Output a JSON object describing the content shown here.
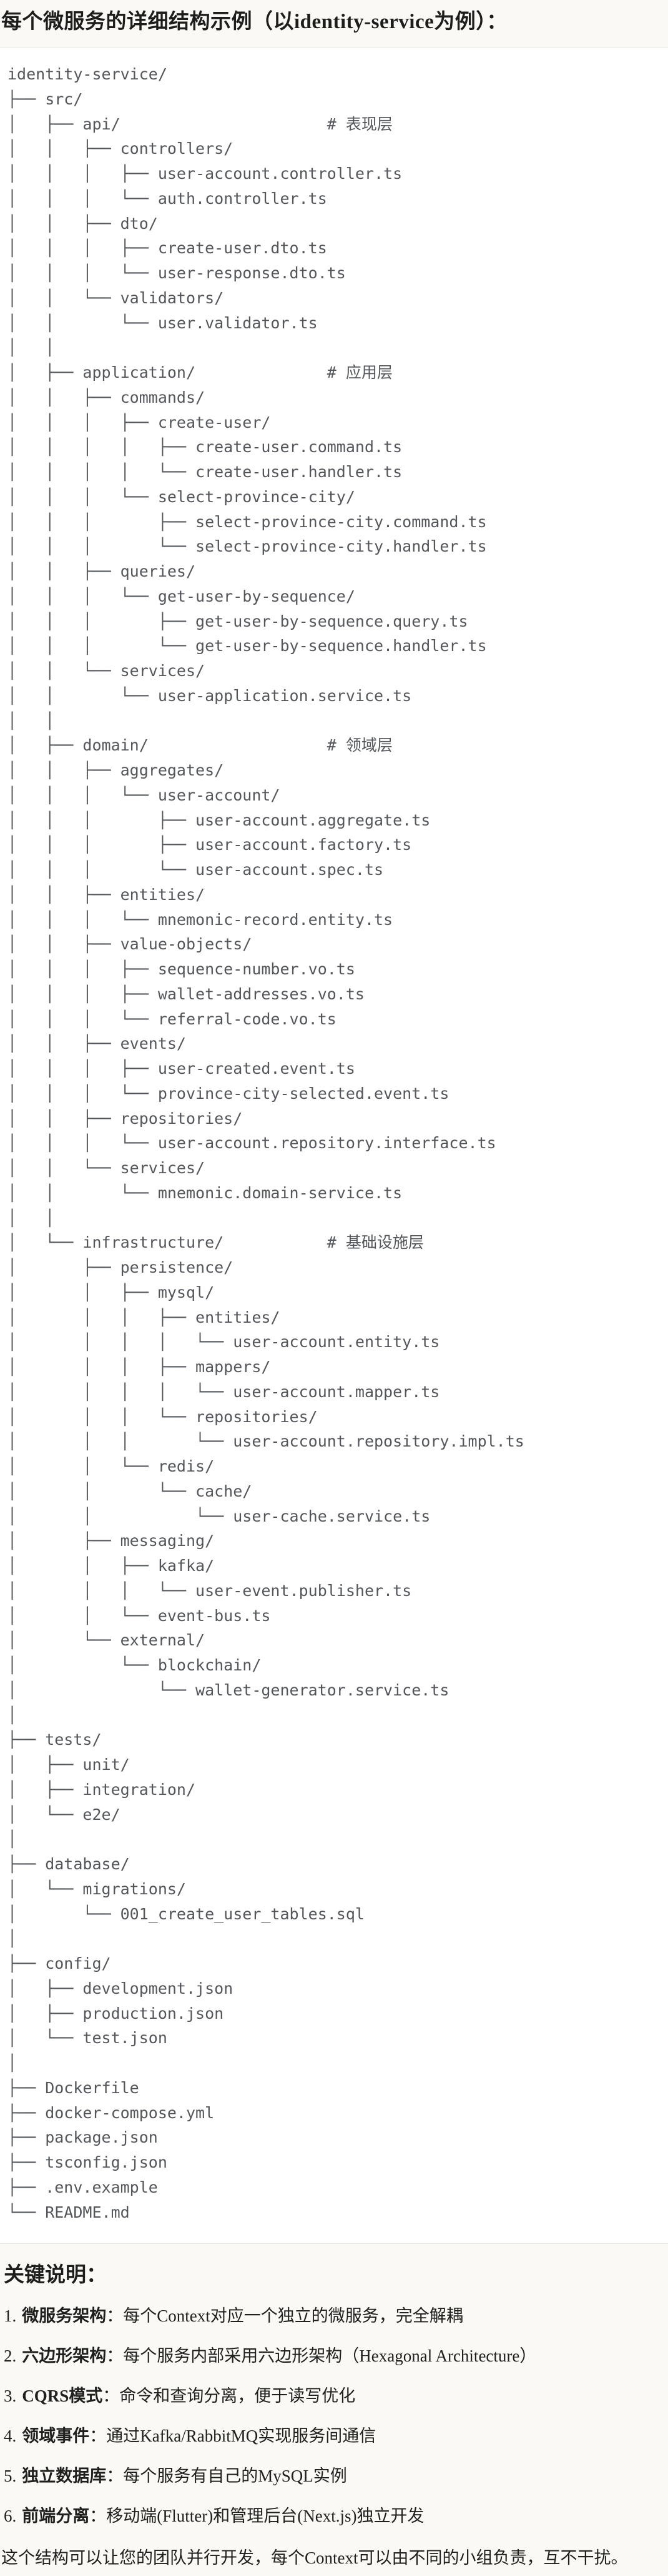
{
  "page": {
    "title": "每个微服务的详细结构示例（以identity-service为例）："
  },
  "tree": {
    "lines": [
      "identity-service/",
      "├── src/",
      "│   ├── api/                      # 表现层",
      "│   │   ├── controllers/",
      "│   │   │   ├── user-account.controller.ts",
      "│   │   │   └── auth.controller.ts",
      "│   │   ├── dto/",
      "│   │   │   ├── create-user.dto.ts",
      "│   │   │   └── user-response.dto.ts",
      "│   │   └── validators/",
      "│   │       └── user.validator.ts",
      "│   │",
      "│   ├── application/              # 应用层",
      "│   │   ├── commands/",
      "│   │   │   ├── create-user/",
      "│   │   │   │   ├── create-user.command.ts",
      "│   │   │   │   └── create-user.handler.ts",
      "│   │   │   └── select-province-city/",
      "│   │   │       ├── select-province-city.command.ts",
      "│   │   │       └── select-province-city.handler.ts",
      "│   │   ├── queries/",
      "│   │   │   └── get-user-by-sequence/",
      "│   │   │       ├── get-user-by-sequence.query.ts",
      "│   │   │       └── get-user-by-sequence.handler.ts",
      "│   │   └── services/",
      "│   │       └── user-application.service.ts",
      "│   │",
      "│   ├── domain/                   # 领域层",
      "│   │   ├── aggregates/",
      "│   │   │   └── user-account/",
      "│   │   │       ├── user-account.aggregate.ts",
      "│   │   │       ├── user-account.factory.ts",
      "│   │   │       └── user-account.spec.ts",
      "│   │   ├── entities/",
      "│   │   │   └── mnemonic-record.entity.ts",
      "│   │   ├── value-objects/",
      "│   │   │   ├── sequence-number.vo.ts",
      "│   │   │   ├── wallet-addresses.vo.ts",
      "│   │   │   └── referral-code.vo.ts",
      "│   │   ├── events/",
      "│   │   │   ├── user-created.event.ts",
      "│   │   │   └── province-city-selected.event.ts",
      "│   │   ├── repositories/",
      "│   │   │   └── user-account.repository.interface.ts",
      "│   │   └── services/",
      "│   │       └── mnemonic.domain-service.ts",
      "│   │",
      "│   └── infrastructure/           # 基础设施层",
      "│       ├── persistence/",
      "│       │   ├── mysql/",
      "│       │   │   ├── entities/",
      "│       │   │   │   └── user-account.entity.ts",
      "│       │   │   ├── mappers/",
      "│       │   │   │   └── user-account.mapper.ts",
      "│       │   │   └── repositories/",
      "│       │   │       └── user-account.repository.impl.ts",
      "│       │   └── redis/",
      "│       │       └── cache/",
      "│       │           └── user-cache.service.ts",
      "│       ├── messaging/",
      "│       │   ├── kafka/",
      "│       │   │   └── user-event.publisher.ts",
      "│       │   └── event-bus.ts",
      "│       └── external/",
      "│           └── blockchain/",
      "│               └── wallet-generator.service.ts",
      "│",
      "├── tests/",
      "│   ├── unit/",
      "│   ├── integration/",
      "│   └── e2e/",
      "│",
      "├── database/",
      "│   └── migrations/",
      "│       └── 001_create_user_tables.sql",
      "│",
      "├── config/",
      "│   ├── development.json",
      "│   ├── production.json",
      "│   └── test.json",
      "│",
      "├── Dockerfile",
      "├── docker-compose.yml",
      "├── package.json",
      "├── tsconfig.json",
      "├── .env.example",
      "└── README.md"
    ]
  },
  "notes": {
    "heading": "关键说明：",
    "colon": "：",
    "items": [
      {
        "num": "1.",
        "label": "微服务架构",
        "text": "每个Context对应一个独立的微服务，完全解耦"
      },
      {
        "num": "2.",
        "label": "六边形架构",
        "text": "每个服务内部采用六边形架构（Hexagonal Architecture）"
      },
      {
        "num": "3.",
        "label": "CQRS模式",
        "text": "命令和查询分离，便于读写优化"
      },
      {
        "num": "4.",
        "label": "领域事件",
        "text": "通过Kafka/RabbitMQ实现服务间通信"
      },
      {
        "num": "5.",
        "label": "独立数据库",
        "text": "每个服务有自己的MySQL实例"
      },
      {
        "num": "6.",
        "label": "前端分离",
        "text": "移动端(Flutter)和管理后台(Next.js)独立开发"
      }
    ],
    "footer": "这个结构可以让您的团队并行开发，每个Context可以由不同的小组负责，互不干扰。"
  }
}
